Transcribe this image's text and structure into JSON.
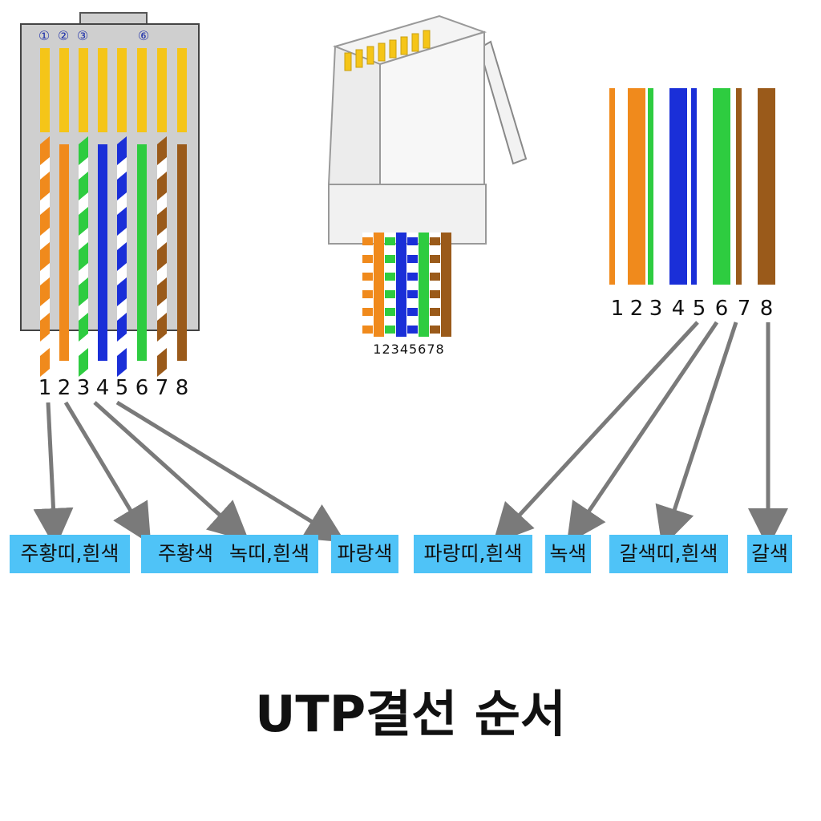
{
  "title": "UTP결선 순서",
  "circled_numbers": [
    "①",
    "②",
    "③",
    "⑥"
  ],
  "pin_numbers": [
    "1",
    "2",
    "3",
    "4",
    "5",
    "6",
    "7",
    "8"
  ],
  "center_pin_numbers": "12345678",
  "wire_labels": [
    "주황띠,흰색",
    "주황색",
    "녹띠,흰색",
    "파랑색",
    "파랑띠,흰색",
    "녹색",
    "갈색띠,흰색",
    "갈색"
  ],
  "colors": {
    "orange": "#f08a1c",
    "green": "#2ecc40",
    "blue": "#1a2fd8",
    "brown": "#9a5a1a",
    "gold_contact": "#f5c518",
    "connector_gray": "#cfcfcf",
    "label_bg": "#4fc3f7",
    "arrow": "#7a7a7a"
  },
  "wires": [
    {
      "base": "orange",
      "striped": true
    },
    {
      "base": "orange",
      "striped": false
    },
    {
      "base": "green",
      "striped": true
    },
    {
      "base": "blue",
      "striped": false
    },
    {
      "base": "blue",
      "striped": true
    },
    {
      "base": "green",
      "striped": false
    },
    {
      "base": "brown",
      "striped": true
    },
    {
      "base": "brown",
      "striped": false
    }
  ]
}
